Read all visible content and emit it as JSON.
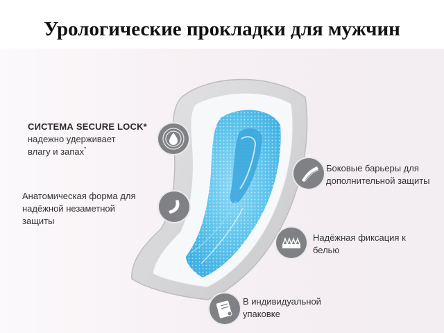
{
  "title": "Урологические прокладки для мужчин",
  "features": {
    "secure_lock": {
      "heading": "СИСТЕМА SECURE LOCK*",
      "line1": "надежно удерживает",
      "line2": "влагу и запах",
      "mark": "*",
      "icon": "droplet-icon"
    },
    "anatomic": {
      "line1": "Анатомическая форма для",
      "line2": "надёжной незаметной",
      "line3": "защиты",
      "icon": "curved-pad-icon"
    },
    "barriers": {
      "line1": "Боковые барьеры для",
      "line2": "дополнительной защиты",
      "icon": "side-barrier-icon"
    },
    "fixation": {
      "line1": "Надёжная фиксация к",
      "line2": "белью",
      "icon": "adhesive-strip-icon"
    },
    "wrapping": {
      "line1": "В индивидуальной",
      "line2": "упаковке",
      "icon": "wrapped-pad-icon"
    }
  },
  "colors": {
    "icon_bg": "#808185",
    "pad_core": "#5cc3ec",
    "pad_outer": "#d4d4d6"
  }
}
